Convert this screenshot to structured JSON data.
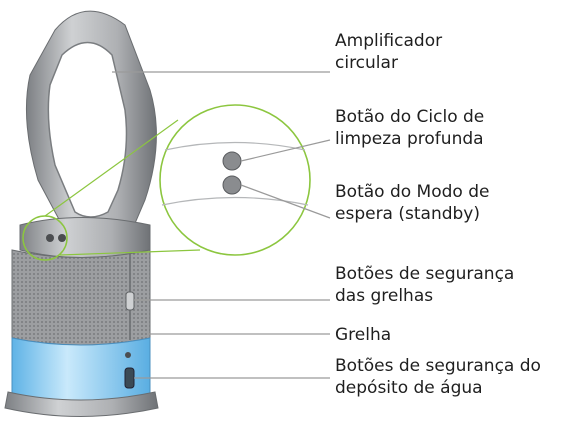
{
  "labels": {
    "amplifier": "Amplificador\ncircular",
    "deep_clean": "Botão do Ciclo de\nlimpeza profunda",
    "standby": "Botão do Modo de\nespera (standby)",
    "grille_release": "Botões de segurança\ndas grelhas",
    "grille": "Grelha",
    "tank_release": "Botões de segurança do\ndepósito de água"
  },
  "colors": {
    "zoom_circle": "#8cc63f",
    "leader_line": "#9a9a9a",
    "body_metal": "#a9abad",
    "water_tank": "#7fc6ee"
  }
}
